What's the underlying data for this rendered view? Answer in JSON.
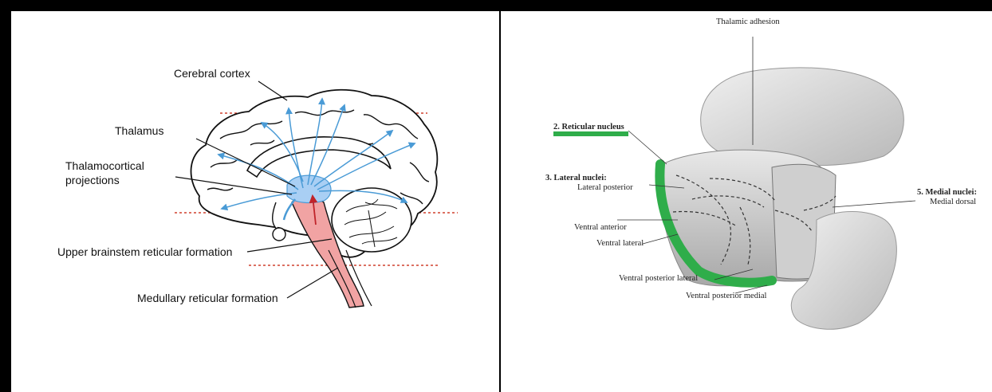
{
  "left_diagram": {
    "labels": {
      "cerebral_cortex": "Cerebral cortex",
      "thalamus": "Thalamus",
      "thalamocortical_line1": "Thalamocortical",
      "thalamocortical_line2": "projections",
      "upper_brainstem": "Upper brainstem reticular formation",
      "medullary": "Medullary reticular formation"
    },
    "colors": {
      "thalamus_fill": "#a9cff4",
      "brainstem_fill": "#f1a3a3",
      "projection_arrows": "#4a9bd6",
      "level_lines": "#d0402f",
      "brainstem_arrow": "#c0242a"
    }
  },
  "right_diagram": {
    "labels": {
      "thalamic_adhesion": "Thalamic adhesion",
      "reticular_nucleus": "2. Reticular nucleus",
      "lateral_nuclei": "3. Lateral nuclei:",
      "lateral_posterior": "Lateral posterior",
      "ventral_anterior": "Ventral anterior",
      "ventral_lateral": "Ventral lateral",
      "ventral_posterior_lateral": "Ventral posterior lateral",
      "ventral_posterior_medial": "Ventral posterior medial",
      "medial_nuclei": "5. Medial nuclei:",
      "medial_dorsal": "Medial dorsal"
    },
    "colors": {
      "highlight": "#2fad4a",
      "surface": "#d9d9d9"
    }
  }
}
